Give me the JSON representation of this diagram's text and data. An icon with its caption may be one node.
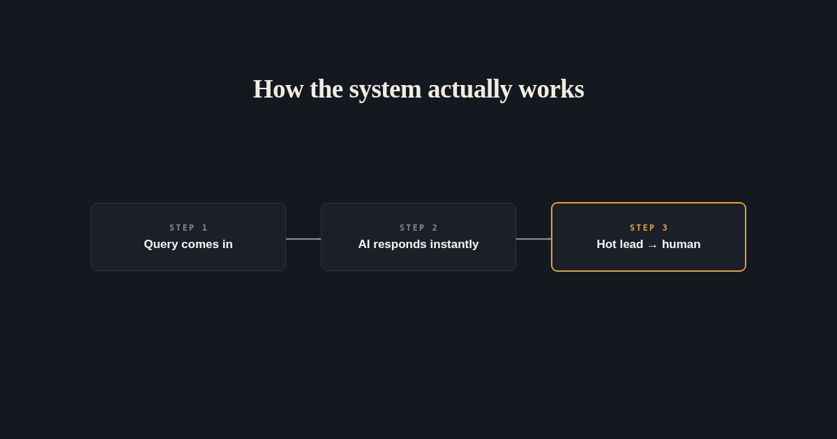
{
  "diagram": {
    "title": "How the system actually works",
    "nodes": [
      {
        "text": [
          "STEP 1",
          "Query comes in"
        ]
      },
      {
        "text": [
          "STEP 2",
          "AI responds instantly"
        ]
      },
      {
        "text": [
          "STEP 3",
          "Hot lead → human"
        ]
      }
    ],
    "edges": [
      {
        "from": 0,
        "to": 1,
        "arrow": "to"
      },
      {
        "from": 1,
        "to": 2,
        "arrow": "to"
      }
    ]
  }
}
